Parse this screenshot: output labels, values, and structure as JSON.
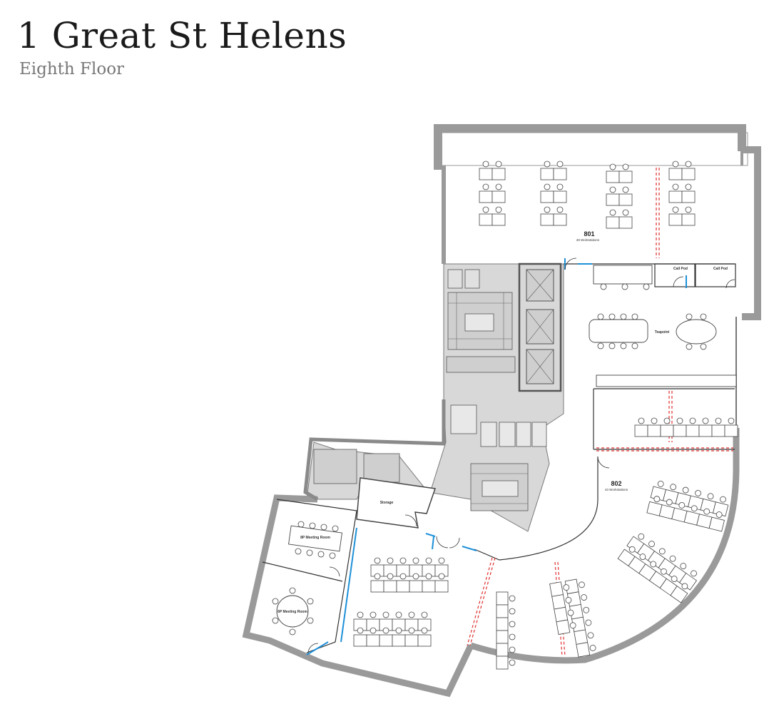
{
  "header": {
    "title": "1 Great St Helens",
    "subtitle": "Eighth Floor"
  },
  "rooms": {
    "r801": {
      "number": "801",
      "workstations": "28 Workstations"
    },
    "r802": {
      "number": "802",
      "workstations": "43 Workstations"
    },
    "teapoint": "Teapoint",
    "call_pod_1": "Call Pod",
    "call_pod_2": "Call Pod",
    "storage": "Storage",
    "meeting_8p": "8P Meeting Room",
    "meeting_6p": "6P Meeting Room"
  },
  "colors": {
    "wall": "#9a9a9a",
    "core": "#d8d8d8",
    "glazing": "#1e90d8",
    "dashed": "#e03030"
  }
}
